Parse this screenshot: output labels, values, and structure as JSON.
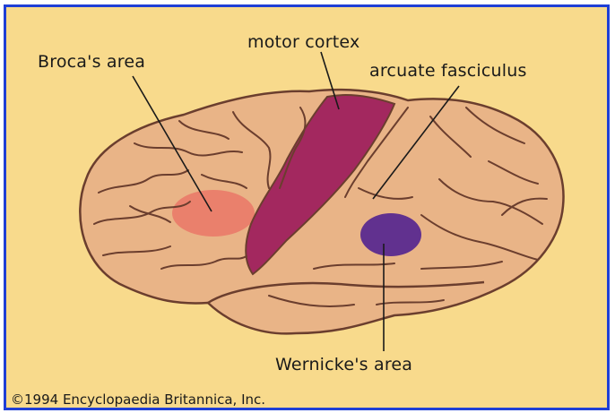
{
  "labels": {
    "broca": "Broca's area",
    "motor": "motor cortex",
    "arcuate": "arcuate fasciculus",
    "wernicke": "Wernicke's area"
  },
  "credit": "©1994 Encyclopaedia Britannica, Inc.",
  "colors": {
    "background": "#f8da8c",
    "border": "#1f3fd6",
    "brain": "#e9b487",
    "sulcus": "#6b3e2e",
    "motor_cortex": "#a3285f",
    "broca_area": "#ea7d6a",
    "wernicke_area": "#5a2a8f"
  }
}
